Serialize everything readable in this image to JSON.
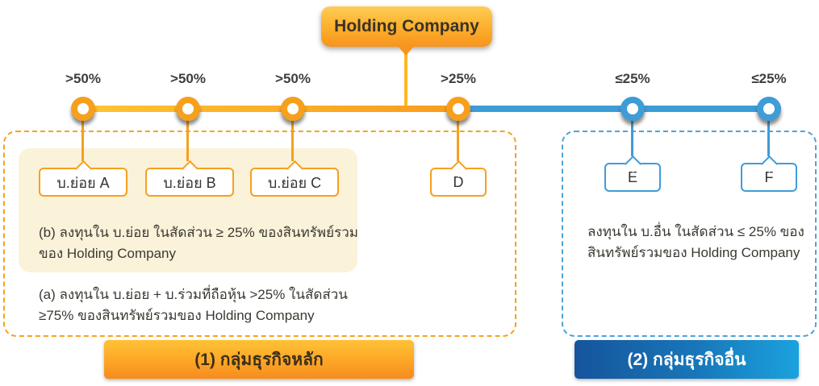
{
  "root": {
    "title": "Holding Company"
  },
  "timeline": {
    "labels": [
      ">50%",
      ">50%",
      ">50%",
      ">25%",
      "≤25%",
      "≤25%"
    ]
  },
  "group_main": {
    "entities": [
      "บ.ย่อย A",
      "บ.ย่อย B",
      "บ.ย่อย C",
      "D"
    ],
    "note_b": "(b) ลงทุนใน บ.ย่อย ในสัดส่วน ≥ 25% ของสินทรัพย์รวมของ Holding Company",
    "note_a": "(a) ลงทุนใน บ.ย่อย + บ.ร่วมที่ถือหุ้น >25% ในสัดส่วน ≥75% ของสินทรัพย์รวมของ Holding Company",
    "footer": "(1) กลุ่มธุรกิจหลัก"
  },
  "group_other": {
    "entities": [
      "E",
      "F"
    ],
    "note": "ลงทุนใน บ.อื่น ในสัดส่วน ≤ 25% ของสินทรัพย์รวมของ Holding Company",
    "footer": "(2) กลุ่มธุรกิจอื่น"
  },
  "colors": {
    "orange_accent": "#F7941D",
    "blue_accent": "#3E9CD7"
  }
}
